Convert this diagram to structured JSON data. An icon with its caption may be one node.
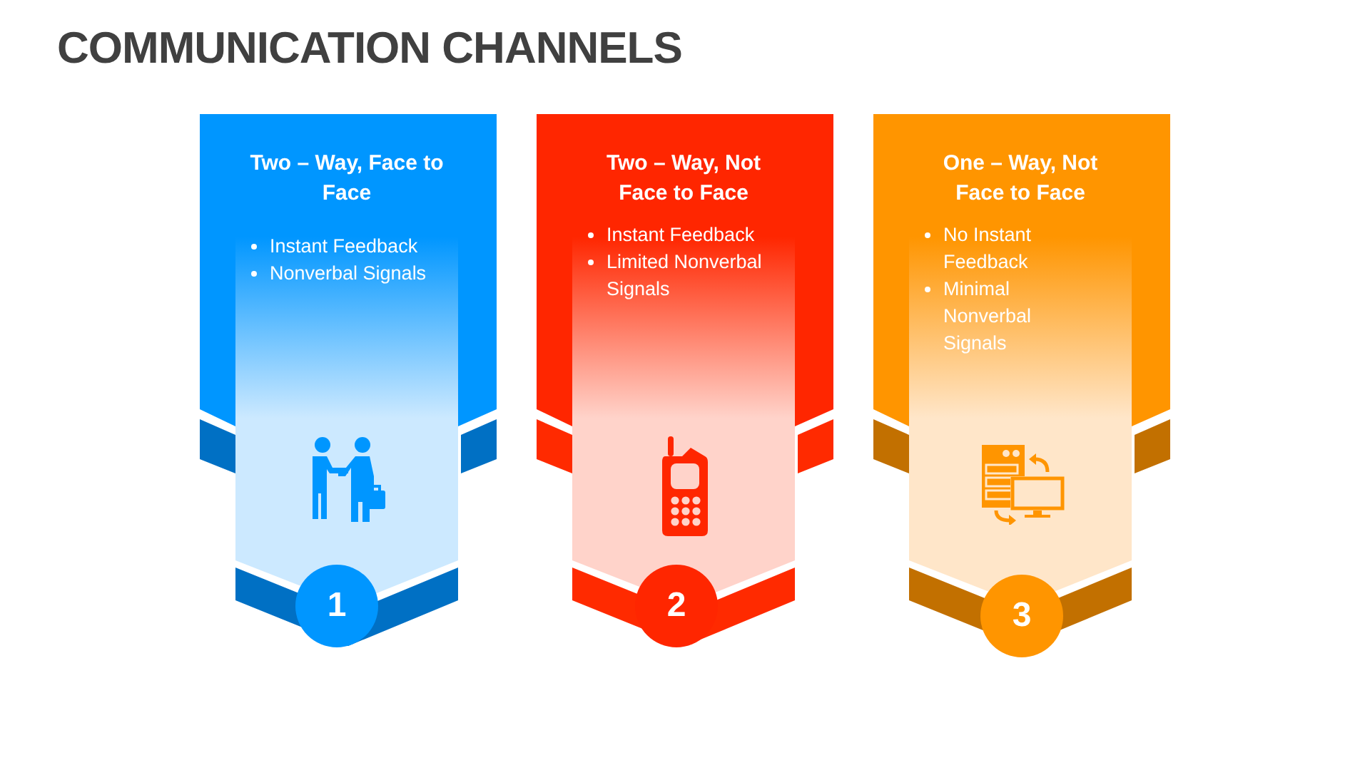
{
  "diagram": {
    "title": "COMMUNICATION CHANNELS",
    "nodes": [
      {
        "text": [
          "Two – Way, Face to Face",
          "Instant Feedback",
          "Nonverbal Signals"
        ]
      },
      {
        "text": [
          "Two – Way, Not Face to Face",
          "Instant Feedback",
          "Limited Nonverbal Signals"
        ]
      },
      {
        "text": [
          "One – Way, Not Face to Face",
          "No Instant Feedback",
          "Minimal Nonverbal Signals"
        ]
      },
      {
        "text": [
          "1"
        ]
      },
      {
        "text": [
          "2"
        ]
      },
      {
        "text": [
          "3"
        ]
      }
    ]
  }
}
